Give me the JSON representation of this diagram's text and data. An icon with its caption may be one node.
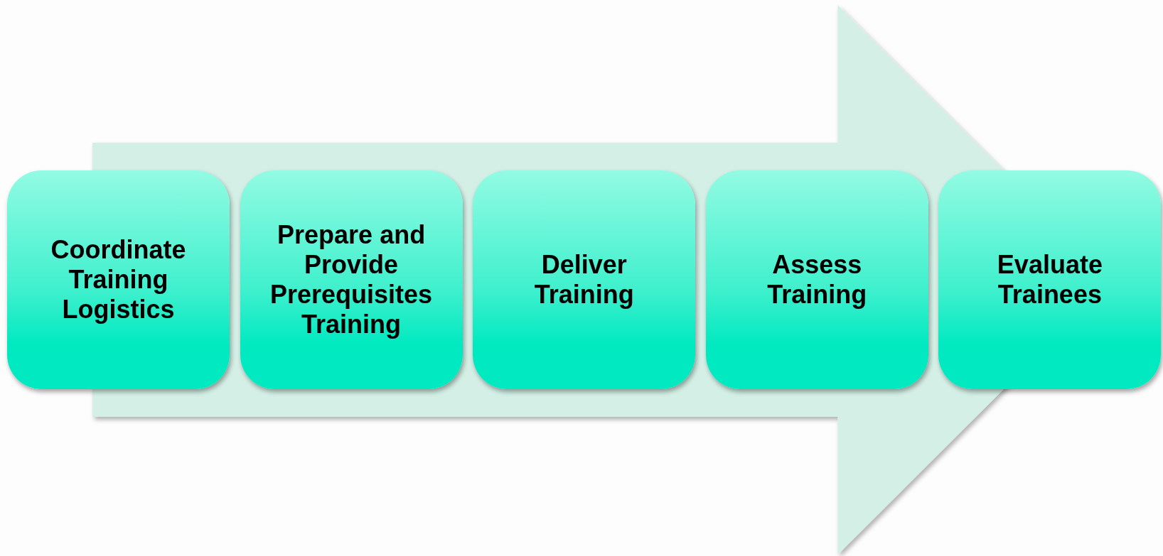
{
  "diagram": {
    "nodes": [
      {
        "text": [
          "Coordinate Training Logistics"
        ]
      },
      {
        "text": [
          "Prepare and Provide Prerequisites Training"
        ]
      },
      {
        "text": [
          "Deliver Training"
        ]
      },
      {
        "text": [
          "Assess Training"
        ]
      },
      {
        "text": [
          "Evaluate Trainees"
        ]
      }
    ],
    "edges": [
      {
        "from": 0,
        "to": 4,
        "arrow": "to"
      }
    ]
  }
}
